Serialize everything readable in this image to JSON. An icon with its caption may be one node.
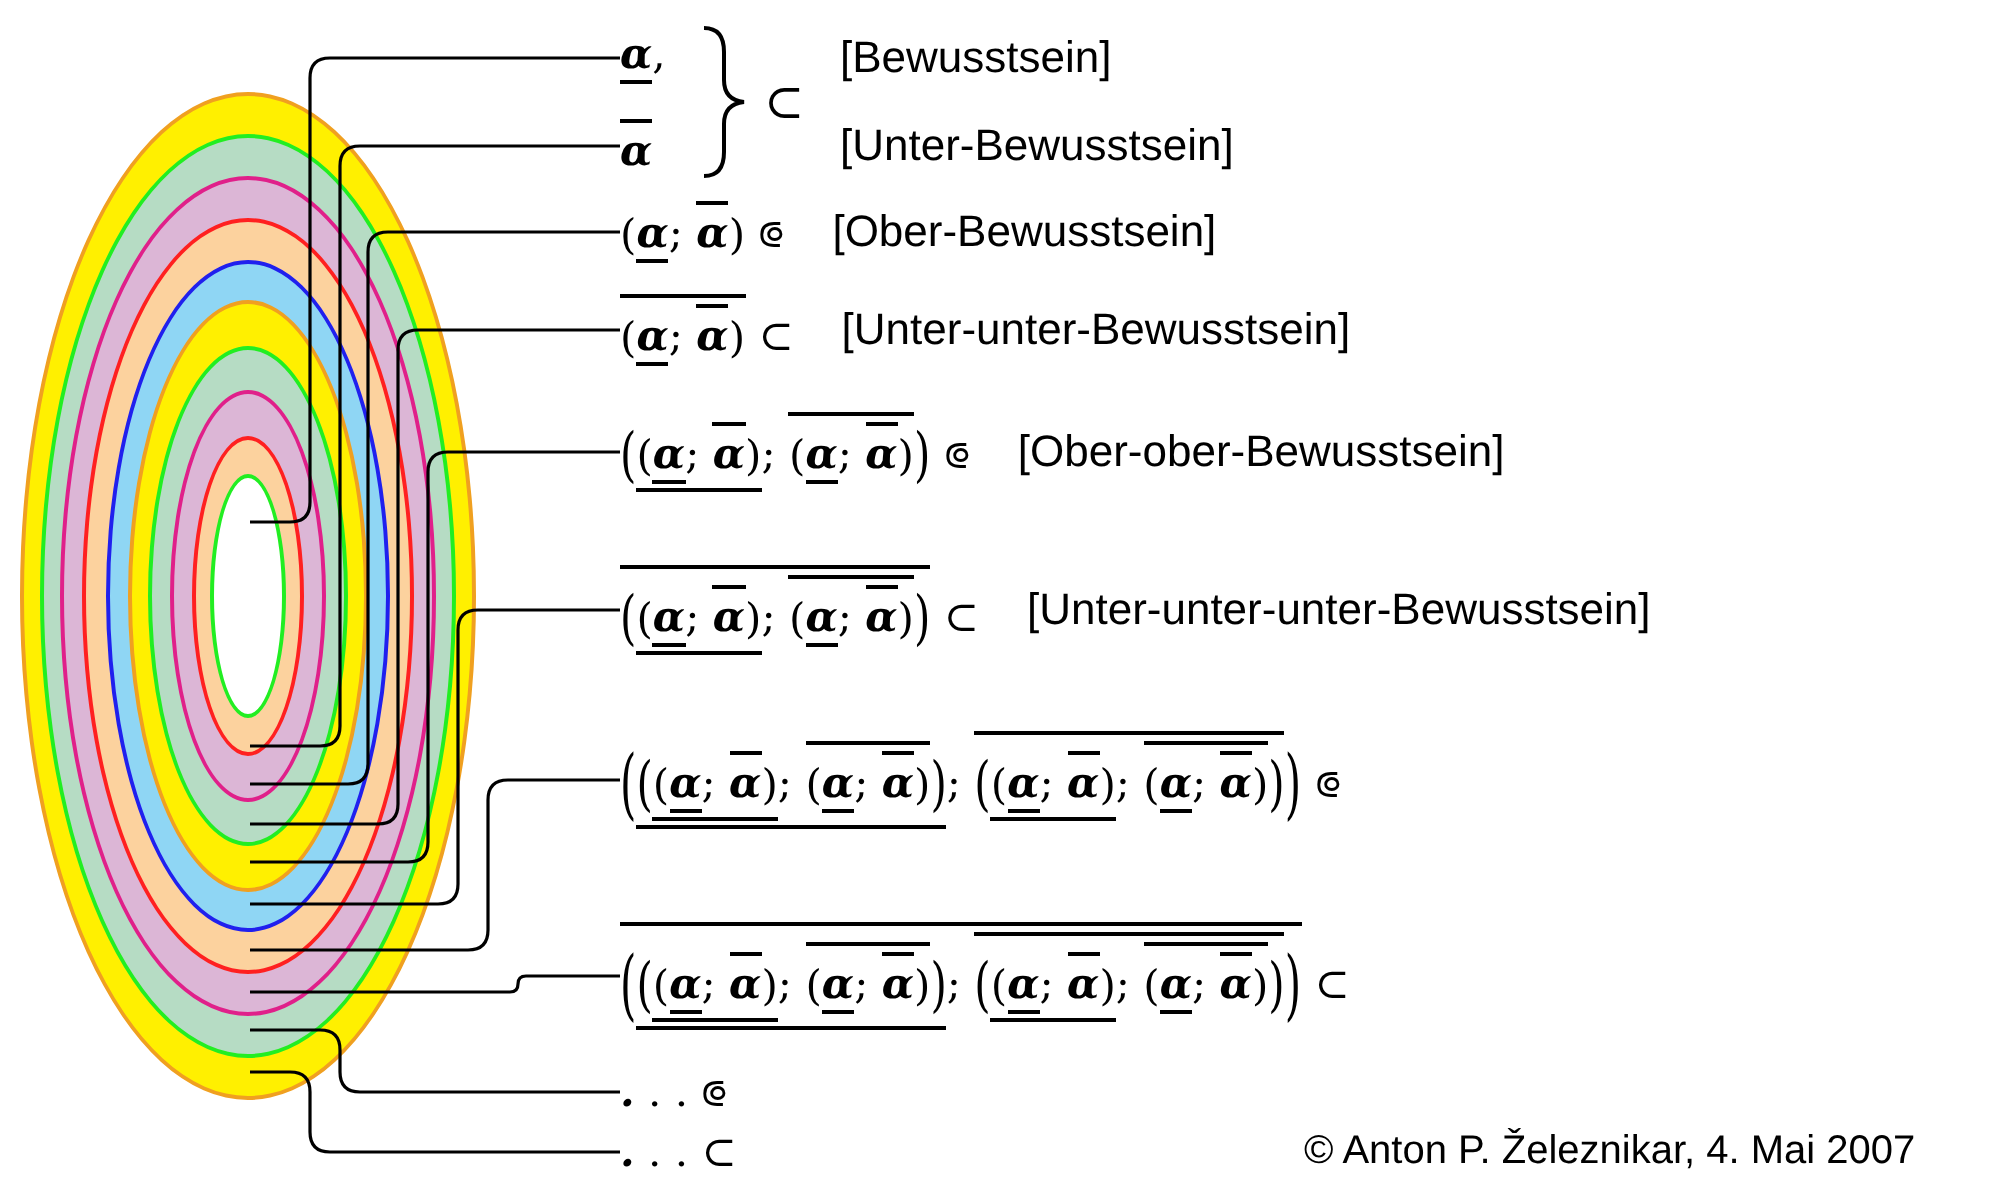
{
  "diagram": {
    "nodes": [
      {
        "text": [],
        "shape": "ellipse"
      },
      {
        "text": [],
        "shape": "ellipse",
        "in": 0
      },
      {
        "text": [],
        "shape": "ellipse",
        "in": 1
      },
      {
        "text": [],
        "shape": "ellipse",
        "in": 2
      },
      {
        "text": [],
        "shape": "ellipse",
        "in": 3
      },
      {
        "text": [],
        "shape": "ellipse",
        "in": 4
      },
      {
        "text": [],
        "shape": "ellipse",
        "in": 5
      },
      {
        "text": [],
        "shape": "ellipse",
        "in": 6
      },
      {
        "text": [],
        "shape": "ellipse",
        "in": 7
      },
      {
        "text": [],
        "shape": "ellipse",
        "in": 8
      },
      {
        "text": [
          "α,"
        ]
      },
      {
        "text": [
          "α"
        ]
      },
      {
        "text": [
          "(α; α) ⟃"
        ],
        "beside": [
          "[Ober-Bewusstsein]"
        ]
      },
      {
        "text": [
          "(α; α) ⊂"
        ],
        "beside": [
          "[Unter-unter-Bewusstsein]"
        ]
      },
      {
        "text": [
          "((α; α); (α; α)) ⟃"
        ],
        "beside": [
          "[Ober-ober-Bewusstsein]"
        ]
      },
      {
        "text": [
          "((α; α); (α; α)) ⊂"
        ],
        "beside": [
          "[Unter-unter-unter-Bewusstsein]"
        ]
      },
      {
        "text": [
          "(((α; α); (α; α)); ((α; α); (α; α))) ⟃"
        ]
      },
      {
        "text": [
          "(((α; α); (α; α)); ((α; α); (α; α))) ⊂"
        ]
      },
      {
        "text": [
          ". . . ⟃"
        ]
      },
      {
        "text": [
          ". . . ⊂"
        ]
      }
    ],
    "edges": [
      {
        "from": 10,
        "to": 9,
        "arrow": "none"
      },
      {
        "from": 11,
        "to": 8,
        "arrow": "none"
      },
      {
        "from": 12,
        "to": 7,
        "arrow": "none"
      },
      {
        "from": 13,
        "to": 6,
        "arrow": "none"
      },
      {
        "from": 14,
        "to": 5,
        "arrow": "none"
      },
      {
        "from": 15,
        "to": 4,
        "arrow": "none"
      },
      {
        "from": 16,
        "to": 3,
        "arrow": "none"
      },
      {
        "from": 17,
        "to": 2,
        "arrow": "none"
      },
      {
        "from": 18,
        "to": 1,
        "arrow": "none"
      },
      {
        "from": 19,
        "to": 0,
        "arrow": "none"
      }
    ],
    "labels": [
      "⊂",
      "[Bewusstsein]",
      "[Unter-Bewusstsein]",
      "© Anton P. Železnikar, 4. Mai 2007"
    ]
  }
}
